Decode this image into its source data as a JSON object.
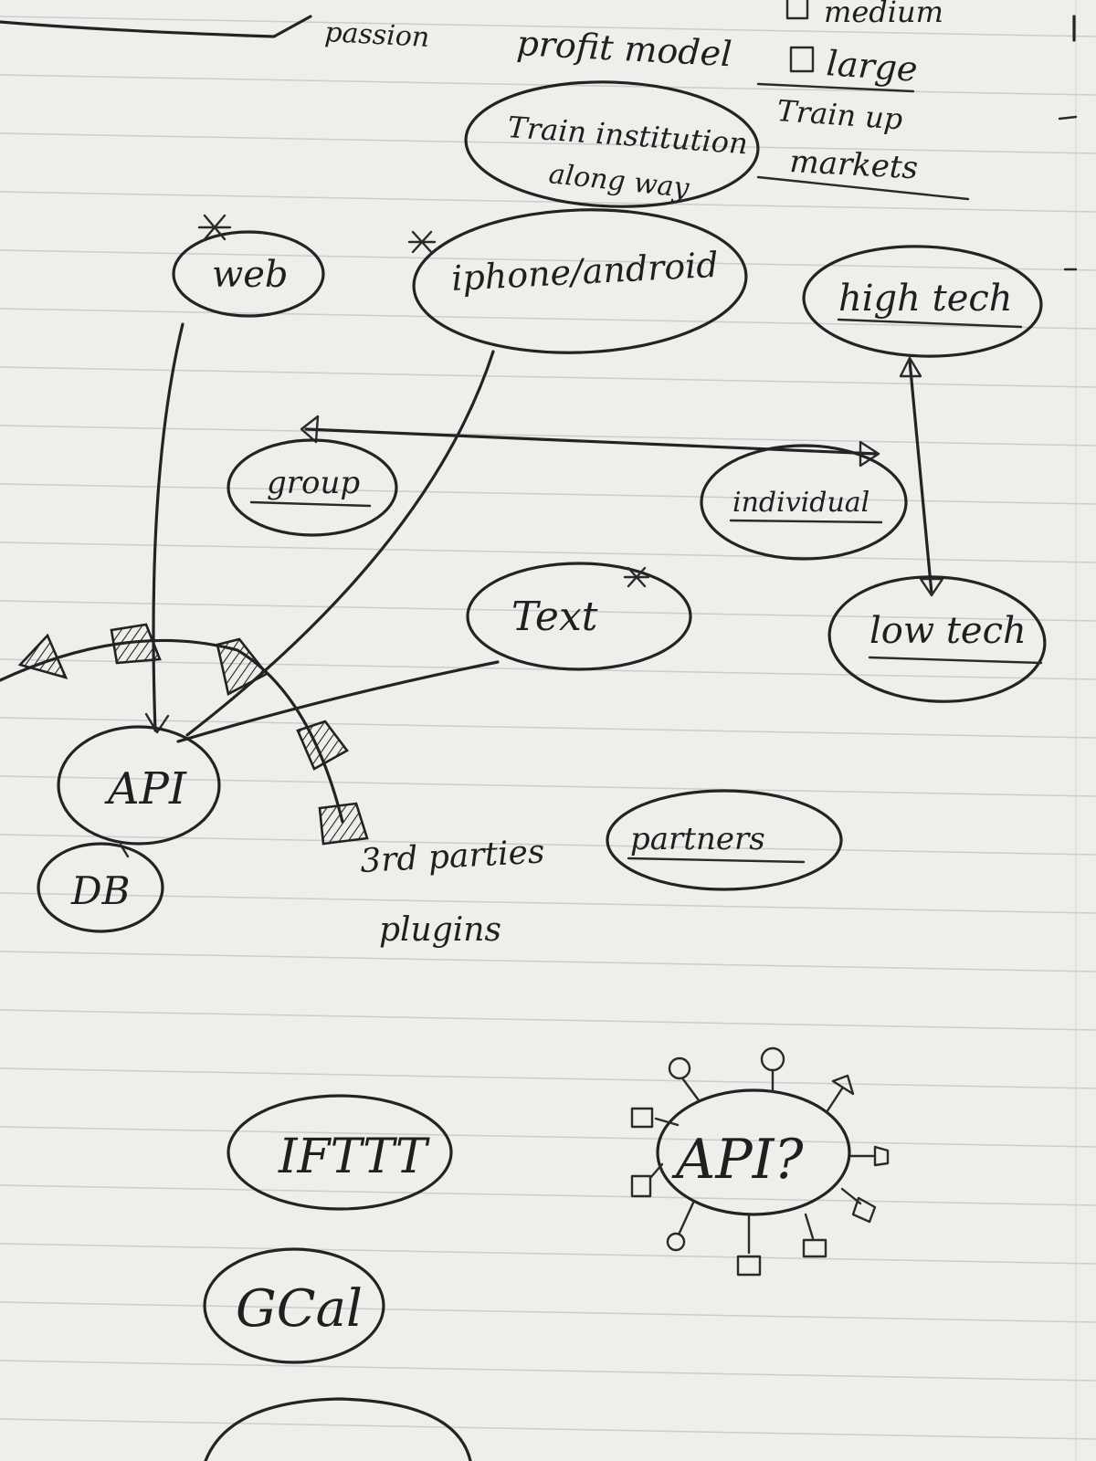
{
  "top_notes": {
    "passion": "passion",
    "profit_model": "profit model",
    "medium": "medium",
    "large": "large",
    "train_up_markets": [
      "Train up",
      "markets"
    ]
  },
  "nodes": {
    "train_institution": [
      "Train institution",
      "along way"
    ],
    "web": "web",
    "iphone_android": "iphone/android",
    "high_tech": "high tech",
    "group": "group",
    "individual": "individual",
    "text": "Text",
    "low_tech": "low tech",
    "api": "API",
    "db": "DB",
    "partners": "partners",
    "third_parties": [
      "3rd parties",
      "plugins"
    ],
    "ifttt": "IFTTT",
    "gcal": "GCal",
    "api_question": "API?"
  },
  "colors": {
    "ink": "#232323",
    "paper": "#efeeeb",
    "rule": "#c9ccd1"
  }
}
